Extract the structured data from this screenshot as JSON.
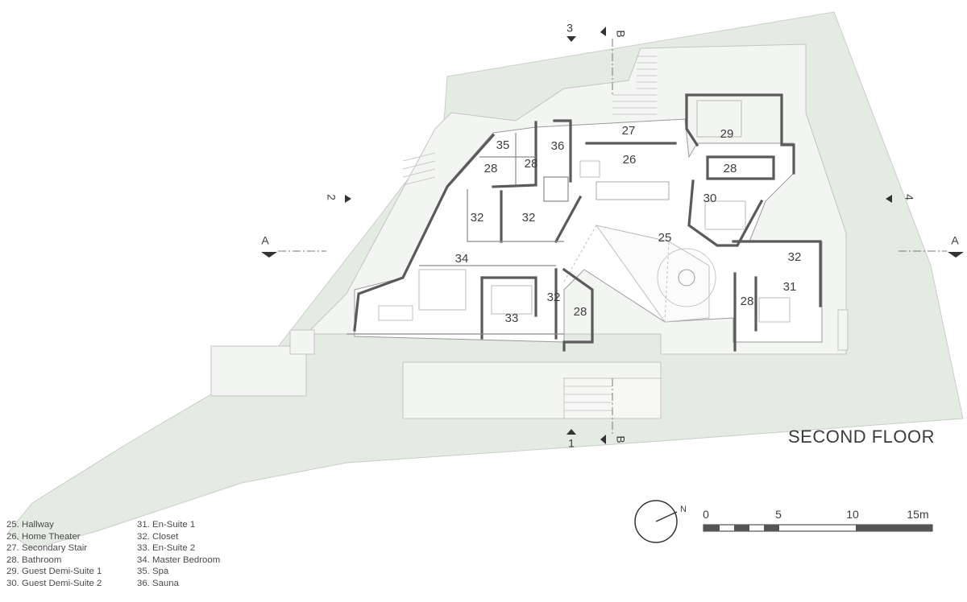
{
  "title": "SECOND FLOOR",
  "legend": {
    "left": [
      "25. Hallway",
      "26. Home Theater",
      "27. Secondary Stair",
      "28. Bathroom",
      "29. Guest Demi-Suite 1",
      "30. Guest Demi-Suite 2"
    ],
    "right": [
      "31. En-Suite 1",
      "32. Closet",
      "33. En-Suite 2",
      "34. Master Bedroom",
      "35. Spa",
      "36. Sauna"
    ]
  },
  "rooms": [
    "25",
    "26",
    "27",
    "28",
    "29",
    "30",
    "31",
    "32",
    "33",
    "34",
    "35",
    "36"
  ],
  "section_markers": [
    "1",
    "2",
    "3",
    "4",
    "A",
    "B"
  ],
  "north_label": "N",
  "scale": {
    "labels": [
      "0",
      "5",
      "10",
      "15m"
    ]
  },
  "colors": {
    "site": "#e3ebe2",
    "walls": "#5a5a5a",
    "terrace": "#f4f6f3",
    "lines": "#bcbcbc"
  }
}
